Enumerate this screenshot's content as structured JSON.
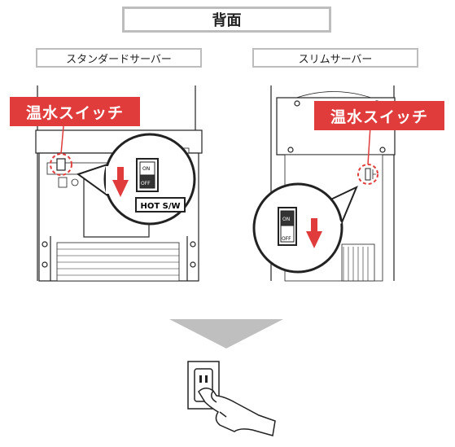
{
  "header": {
    "title": "背面"
  },
  "servers": {
    "standard": {
      "label": "スタンダードサーバー"
    },
    "slim": {
      "label": "スリムサーバー"
    }
  },
  "callout": {
    "label": "温水スイッチ"
  },
  "switch": {
    "on_label": "ON",
    "off_label": "OFF",
    "tag": "HOT S/W"
  },
  "colors": {
    "accent": "#e03c3c",
    "frame": "#bdbdbd",
    "line": "#222222",
    "arrow": "#bfbfbf"
  },
  "icons": {
    "down_arrow": "down-arrow-icon",
    "plug": "power-plug-icon",
    "hand": "hand-icon"
  }
}
